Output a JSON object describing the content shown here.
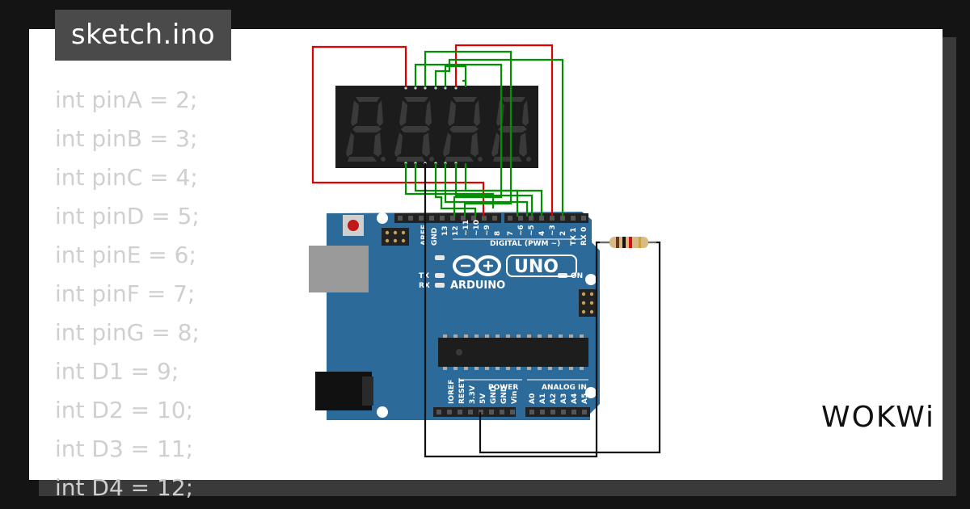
{
  "file_tab": {
    "label": "sketch.ino"
  },
  "code": {
    "lines": [
      "int pinA = 2;",
      "int pinB = 3;",
      "int pinC = 4;",
      "int pinD = 5;",
      "int pinE = 6;",
      "int pinF = 7;",
      "int pinG = 8;",
      "int D1 = 9;",
      "int D2 = 10;",
      "int D3 = 11;",
      "int D4 = 12;"
    ]
  },
  "board": {
    "model": "UNO",
    "brand": "ARDUINO",
    "on_label": "ON",
    "tx_label": "TX",
    "rx_label": "RX",
    "aref_label": "AREF",
    "gnd_label": "GND",
    "digital_label": "DIGITAL (PWM ~)",
    "power_label": "POWER",
    "analog_label": "ANALOG IN",
    "digital_pins": [
      "13",
      "12",
      "~11",
      "~10",
      "~9",
      "8",
      "7",
      "~6",
      "~5",
      "4",
      "~3",
      "2",
      "TX 1",
      "RX 0"
    ],
    "power_pins": [
      "IOREF",
      "RESET",
      "3.3V",
      "5V",
      "GND",
      "GND",
      "Vin"
    ],
    "analog_pins": [
      "A0",
      "A1",
      "A2",
      "A3",
      "A4",
      "A5"
    ]
  },
  "logo": {
    "text": "WOKWi"
  },
  "colors": {
    "board": "#2b6a99",
    "wire_red": "#e00000",
    "wire_green": "#009000",
    "wire_black": "#111111",
    "display_bg": "#1c1c1c",
    "segment_off": "#3a3a3a"
  }
}
